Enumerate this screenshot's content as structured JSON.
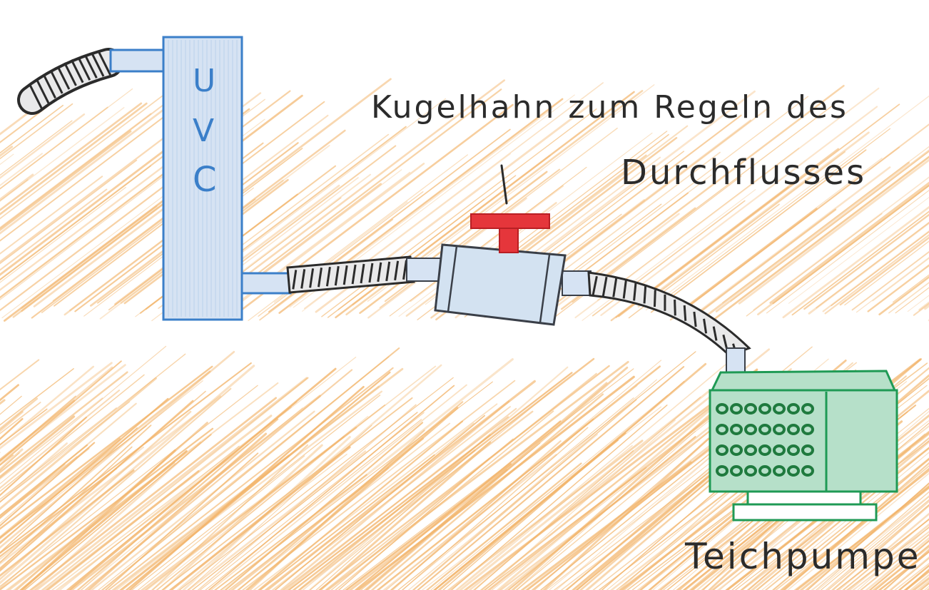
{
  "labels": {
    "uvc_letters": [
      "U",
      "V",
      "C"
    ],
    "valve_line1": "Kugelhahn zum Regeln des",
    "valve_line2": "Durchflusses",
    "pump": "Teichpumpe"
  },
  "colors": {
    "background_hatch": "#f2b46a",
    "paper": "#ffffff",
    "uvc_outline": "#3b7fc9",
    "uvc_fill": "#d6e3f3",
    "valve_body_outline": "#3a3f48",
    "valve_body_fill": "#d3e2f1",
    "valve_handle": "#e5363b",
    "hose_ink": "#2b2b2b",
    "pump_outline": "#1f9a55",
    "pump_fill": "#b6e0c9",
    "pump_dots": "#1f7a3e",
    "text_ink": "#2b2b2b"
  },
  "icons": {
    "uvc": "uvc-clarifier-icon",
    "valve": "ball-valve-icon",
    "pump": "pond-pump-icon",
    "hose": "corrugated-hose-icon"
  }
}
